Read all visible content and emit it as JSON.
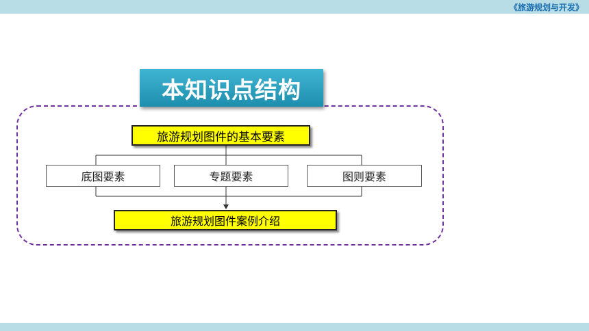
{
  "header": {
    "course_title": "《旅游规划与开发》"
  },
  "diagram": {
    "banner_title": "本知识点结构",
    "root": "旅游规划图件的基本要素",
    "elements": [
      "底图要素",
      "专题要素",
      "图则要素"
    ],
    "case_intro": "旅游规划图件案例介绍"
  },
  "colors": {
    "banner": "#2aa3c4",
    "highlight": "#ffff00",
    "frame": "#7030a0",
    "band": "#b9dde6"
  }
}
